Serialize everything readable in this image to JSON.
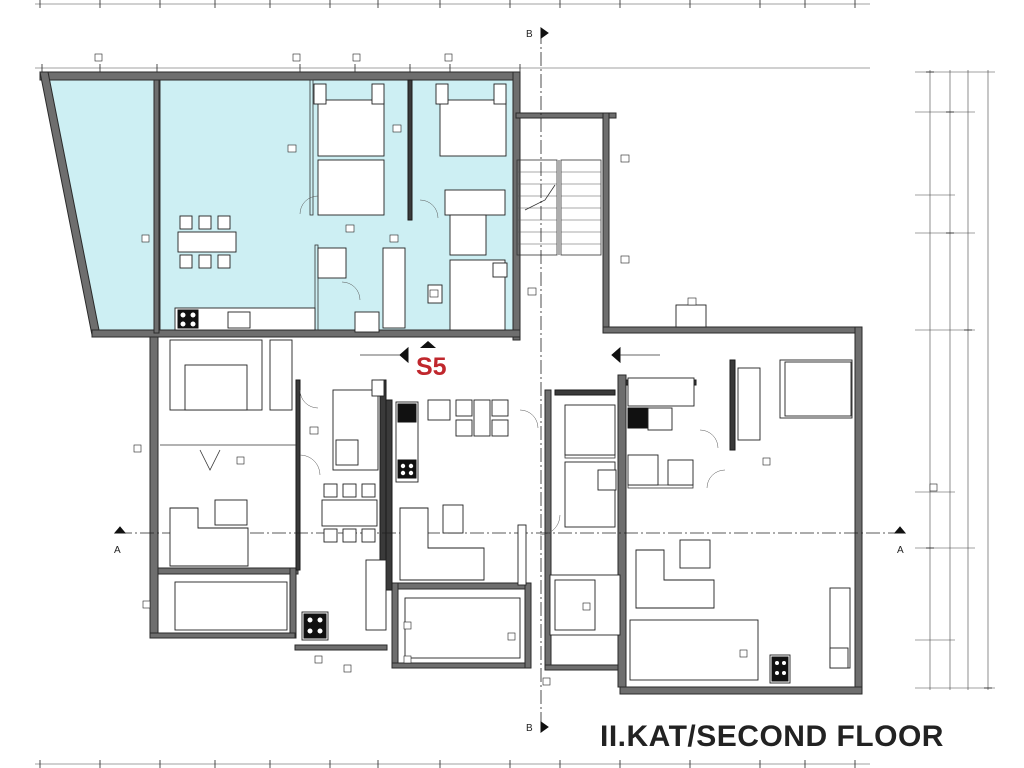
{
  "plan": {
    "title": "II.KAT/SECOND FLOOR",
    "marker_label": "S5",
    "section_a_label": "A",
    "section_b_label": "B"
  },
  "colors": {
    "highlight_unit": "#cdeff3",
    "marker": "#c0272d",
    "wall": "#6e6e6e",
    "line": "#222222"
  }
}
